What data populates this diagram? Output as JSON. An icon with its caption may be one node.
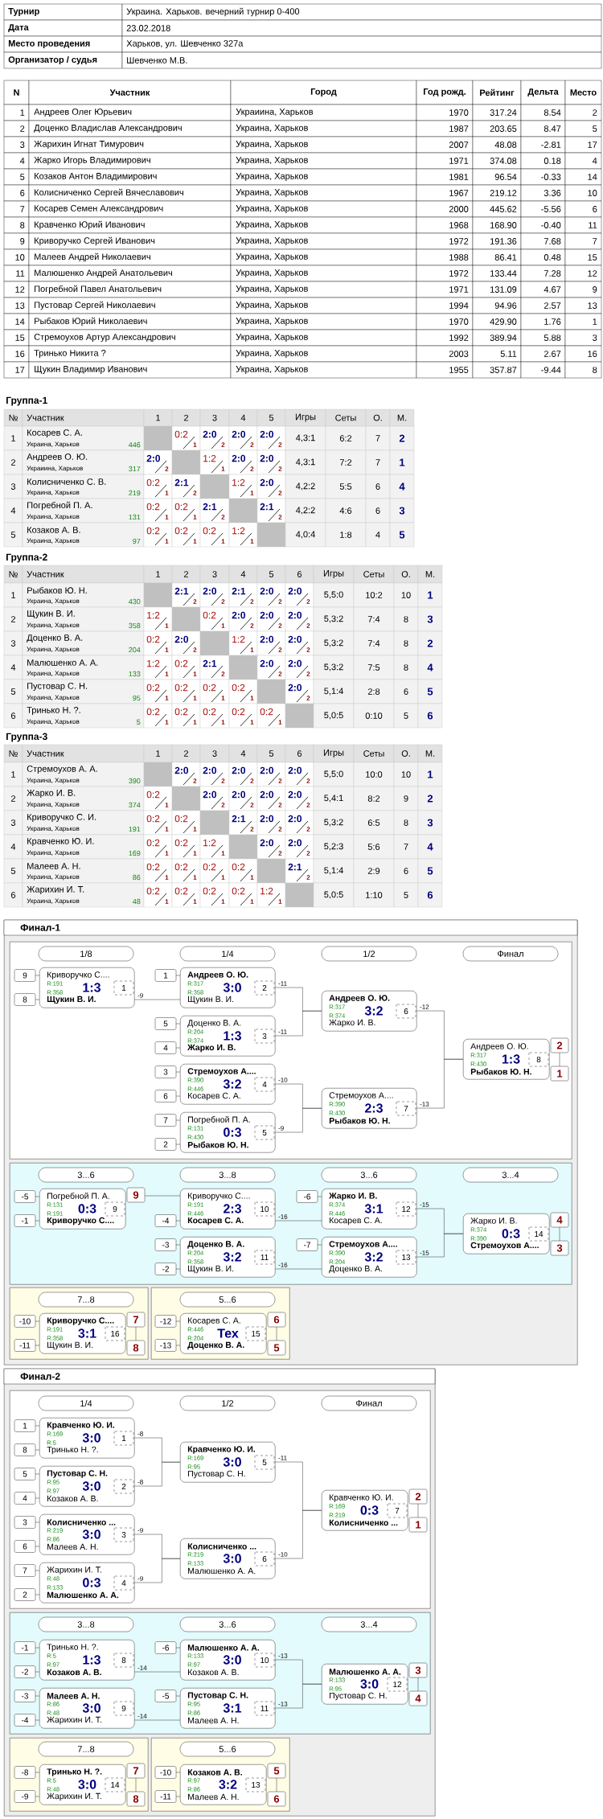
{
  "diagram": {
    "nodes": [
      {
        "text": [
          "Финал-1"
        ]
      },
      {
        "text": [],
        "shape": "box",
        "in": 0
      },
      {
        "text": [
          "1/8"
        ],
        "in": 1
      },
      {
        "text": [
          "1/4"
        ],
        "in": 1
      },
      {
        "text": [
          "1/2"
        ],
        "in": 1
      },
      {
        "text": [
          "Финал"
        ],
        "in": 1
      },
      {
        "text": [
          "Криворучко С....",
          "R:191",
          "1:3",
          "R:358",
          "Щукин В. И.",
          "1"
        ],
        "beside": [
          "9",
          "8"
        ],
        "in": 1
      },
      {
        "text": [
          "Андреев О. Ю.",
          "R:317",
          "3:0",
          "R:358",
          "Щукин В. И.",
          "2"
        ],
        "beside": [
          "1"
        ],
        "in": 1
      },
      {
        "text": [
          "Доценко В. А.",
          "R:204",
          "1:3",
          "R:374",
          "Жарко И. В.",
          "3"
        ],
        "beside": [
          "5",
          "4"
        ],
        "in": 1
      },
      {
        "text": [
          "Стремоухов А....",
          "R:390",
          "3:2",
          "R:446",
          "Косарев С. А.",
          "4"
        ],
        "beside": [
          "3",
          "6"
        ],
        "in": 1
      },
      {
        "text": [
          "Погребной П. А.",
          "R:131",
          "0:3",
          "R:430",
          "Рыбаков Ю. Н.",
          "5"
        ],
        "beside": [
          "7",
          "2"
        ],
        "in": 1
      },
      {
        "text": [
          "Андреев О. Ю.",
          "R:317",
          "3:2",
          "R:374",
          "Жарко И. В.",
          "6"
        ],
        "in": 1
      },
      {
        "text": [
          "Стремоухов А....",
          "R:390",
          "2:3",
          "R:430",
          "Рыбаков Ю. Н.",
          "7"
        ],
        "in": 1
      },
      {
        "text": [
          "Андреев О. Ю.",
          "R:317",
          "1:3",
          "R:430",
          "Рыбаков Ю. Н.",
          "8"
        ],
        "beside": [
          "2",
          "1"
        ],
        "in": 1
      },
      {
        "text": [],
        "shape": "box",
        "in": 0
      },
      {
        "text": [
          "3...6"
        ],
        "in": 14
      },
      {
        "text": [
          "3...8"
        ],
        "in": 14
      },
      {
        "text": [
          "3...6"
        ],
        "in": 14
      },
      {
        "text": [
          "3...4"
        ],
        "in": 14
      },
      {
        "text": [
          "Погребной П. А.",
          "R:131",
          "0:3",
          "R:191",
          "Криворучко С....",
          "9"
        ],
        "beside": [
          "-5",
          "-1",
          "9"
        ],
        "in": 14
      },
      {
        "text": [
          "Криворучко С....",
          "R:191",
          "2:3",
          "R:446",
          "Косарев С. А.",
          "10"
        ],
        "beside": [
          "-4"
        ],
        "in": 14
      },
      {
        "text": [
          "Доценко В. А.",
          "R:204",
          "3:2",
          "R:358",
          "Щукин В. И.",
          "11"
        ],
        "beside": [
          "-3",
          "-2"
        ],
        "in": 14
      },
      {
        "text": [
          "Жарко И. В.",
          "R:374",
          "3:1",
          "R:446",
          "Косарев С. А.",
          "12"
        ],
        "beside": [
          "-6"
        ],
        "in": 14
      },
      {
        "text": [
          "Стремоухов А....",
          "R:390",
          "3:2",
          "R:204",
          "Доценко В. А.",
          "13"
        ],
        "beside": [
          "-7"
        ],
        "in": 14
      },
      {
        "text": [
          "Жарко И. В.",
          "R:374",
          "0:3",
          "R:390",
          "Стремоухов А....",
          "14"
        ],
        "beside": [
          "4",
          "3"
        ],
        "in": 14
      },
      {
        "text": [],
        "shape": "box",
        "in": 0
      },
      {
        "text": [
          "7...8"
        ],
        "in": 25
      },
      {
        "text": [
          "Криворучко С....",
          "R:191",
          "3:1",
          "R:358",
          "Щукин В. И.",
          "16"
        ],
        "beside": [
          "-10",
          "-11",
          "7",
          "8"
        ],
        "in": 25
      },
      {
        "text": [],
        "shape": "box",
        "in": 0
      },
      {
        "text": [
          "5...6"
        ],
        "in": 28
      },
      {
        "text": [
          "Косарев С. А.",
          "R:446",
          "Тех",
          "R:204",
          "Доценко В. А.",
          "15"
        ],
        "beside": [
          "-12",
          "-13",
          "6",
          "5"
        ],
        "in": 28
      },
      {
        "text": [
          "Финал-2"
        ]
      },
      {
        "text": [],
        "shape": "box",
        "in": 31
      },
      {
        "text": [
          "1/4"
        ],
        "in": 32
      },
      {
        "text": [
          "1/2"
        ],
        "in": 32
      },
      {
        "text": [
          "Финал"
        ],
        "in": 32
      },
      {
        "text": [
          "Кравченко Ю. И.",
          "R:169",
          "3:0",
          "R:5",
          "Тринько Н. ?.",
          "1"
        ],
        "beside": [
          "1",
          "8"
        ],
        "in": 32
      },
      {
        "text": [
          "Пустовар С. Н.",
          "R:95",
          "3:0",
          "R:97",
          "Козаков А. В.",
          "2"
        ],
        "beside": [
          "5",
          "4"
        ],
        "in": 32
      },
      {
        "text": [
          "Колисниченко ...",
          "R:219",
          "3:0",
          "R:86",
          "Малеев А. Н.",
          "3"
        ],
        "beside": [
          "3",
          "6"
        ],
        "in": 32
      },
      {
        "text": [
          "Жарихин И. Т.",
          "R:48",
          "0:3",
          "R:133",
          "Малюшенко А. А.",
          "4"
        ],
        "beside": [
          "7",
          "2"
        ],
        "in": 32
      },
      {
        "text": [
          "Кравченко Ю. И.",
          "R:169",
          "3:0",
          "R:95",
          "Пустовар С. Н.",
          "5"
        ],
        "in": 32
      },
      {
        "text": [
          "Колисниченко ...",
          "R:219",
          "3:0",
          "R:133",
          "Малюшенко А. А.",
          "6"
        ],
        "in": 32
      },
      {
        "text": [
          "Кравченко Ю. И.",
          "R:169",
          "0:3",
          "R:219",
          "Колисниченко ...",
          "7"
        ],
        "beside": [
          "2",
          "1"
        ],
        "in": 32
      },
      {
        "text": [],
        "shape": "box",
        "in": 31
      },
      {
        "text": [
          "3...8"
        ],
        "in": 43
      },
      {
        "text": [
          "3...6"
        ],
        "in": 43
      },
      {
        "text": [
          "3...4"
        ],
        "in": 43
      },
      {
        "text": [
          "Тринько Н. ?.",
          "R:5",
          "1:3",
          "R:97",
          "Козаков А. В.",
          "8"
        ],
        "beside": [
          "-1",
          "-2"
        ],
        "in": 43
      },
      {
        "text": [
          "Малеев А. Н.",
          "R:86",
          "3:0",
          "R:48",
          "Жарихин И. Т.",
          "9"
        ],
        "beside": [
          "-3",
          "-4"
        ],
        "in": 43
      },
      {
        "text": [
          "Малюшенко А. А.",
          "R:133",
          "3:0",
          "R:97",
          "Козаков А. В.",
          "10"
        ],
        "beside": [
          "-6"
        ],
        "in": 43
      },
      {
        "text": [
          "Пустовар С. Н.",
          "R:95",
          "3:1",
          "R:86",
          "Малеев А. Н.",
          "11"
        ],
        "beside": [
          "-5"
        ],
        "in": 43
      },
      {
        "text": [
          "Малюшенко А. А.",
          "R:133",
          "3:0",
          "R:95",
          "Пустовар С. Н.",
          "12"
        ],
        "beside": [
          "3",
          "4"
        ],
        "in": 43
      },
      {
        "text": [],
        "shape": "box",
        "in": 31
      },
      {
        "text": [
          "7...8"
        ],
        "in": 52
      },
      {
        "text": [
          "Тринько Н. ?.",
          "R:5",
          "3:0",
          "R:48",
          "Жарихин И. Т.",
          "14"
        ],
        "beside": [
          "-8",
          "-9",
          "7",
          "8"
        ],
        "in": 52
      },
      {
        "text": [],
        "shape": "box",
        "in": 31
      },
      {
        "text": [
          "5...6"
        ],
        "in": 55
      },
      {
        "text": [
          "Козаков А. В.",
          "R:97",
          "3:2",
          "R:86",
          "Малеев А. Н.",
          "13"
        ],
        "beside": [
          "-10",
          "-11",
          "5",
          "6"
        ],
        "in": 55
      }
    ],
    "edges": [
      {
        "from": 6,
        "to": 7,
        "arrow": "none",
        "label": "-9"
      },
      {
        "from": 7,
        "to": 11,
        "arrow": "none",
        "label": "-11"
      },
      {
        "from": 8,
        "to": 11,
        "arrow": "none",
        "label": "-11"
      },
      {
        "from": 9,
        "to": 12,
        "arrow": "none",
        "label": "-10"
      },
      {
        "from": 10,
        "to": 12,
        "arrow": "none",
        "label": "-9"
      },
      {
        "from": 11,
        "to": 13,
        "arrow": "none",
        "label": "-12"
      },
      {
        "from": 12,
        "to": 13,
        "arrow": "none",
        "label": "-13"
      },
      {
        "from": 19,
        "to": 20,
        "arrow": "none"
      },
      {
        "from": 20,
        "to": 22,
        "arrow": "none",
        "label": "-16"
      },
      {
        "from": 21,
        "to": 23,
        "arrow": "none",
        "label": "-16"
      },
      {
        "from": 22,
        "to": 24,
        "arrow": "none",
        "label": "-15"
      },
      {
        "from": 23,
        "to": 24,
        "arrow": "none",
        "label": "-15"
      },
      {
        "from": 36,
        "to": 40,
        "arrow": "none",
        "label": "-8"
      },
      {
        "from": 37,
        "to": 40,
        "arrow": "none",
        "label": "-8"
      },
      {
        "from": 38,
        "to": 41,
        "arrow": "none",
        "label": "-9"
      },
      {
        "from": 39,
        "to": 41,
        "arrow": "none",
        "label": "-9"
      },
      {
        "from": 40,
        "to": 42,
        "arrow": "none",
        "label": "-11"
      },
      {
        "from": 41,
        "to": 42,
        "arrow": "none",
        "label": "-10"
      },
      {
        "from": 47,
        "to": 49,
        "arrow": "none",
        "label": "-14"
      },
      {
        "from": 48,
        "to": 50,
        "arrow": "none",
        "label": "-14"
      },
      {
        "from": 49,
        "to": 51,
        "arrow": "none",
        "label": "-13"
      },
      {
        "from": 50,
        "to": 51,
        "arrow": "none",
        "label": "-13"
      }
    ],
    "labels": [
      "Турнир",
      "Украина. Харьков. вечерний турнир 0-400",
      "Дата",
      "23.02.2018",
      "Место проведения",
      "Харьков, ул. Шевченко 327а",
      "Организатор / судья",
      "Шевченко М.В.",
      "N",
      "Участник",
      "Город",
      "Год рожд.",
      "Рейтинг",
      "Дельта",
      "Место",
      "1",
      "Андреев Олег Юрьевич",
      "Украиина, Харьков",
      "1970",
      "317.24",
      "8.54",
      "2",
      "2",
      "Доценко Владислав Александрович",
      "Украина, Харьков",
      "1987",
      "203.65",
      "8.47",
      "5",
      "3",
      "Жарихин Игнат Тимурович",
      "Украина, Харьков",
      "2007",
      "48.08",
      "-2.81",
      "17",
      "4",
      "Жарко Игорь Владимирович",
      "Украина, Харьков",
      "1971",
      "374.08",
      "0.18",
      "4",
      "5",
      "Козаков Антон Владимирович",
      "Украина, Харьков",
      "1981",
      "96.54",
      "-0.33",
      "14",
      "6",
      "Колисниченко Сергей Вячеславович",
      "Украина, Харьков",
      "1967",
      "219.12",
      "3.36",
      "10",
      "7",
      "Косарев Семен Александрович",
      "Украина, Харьков",
      "2000",
      "445.62",
      "-5.56",
      "6",
      "8",
      "Кравченко Юрий Иванович",
      "Украина, Харьков",
      "1968",
      "168.90",
      "-0.40",
      "11",
      "9",
      "Криворучко Сергей Иванович",
      "Украина, Харьков",
      "1972",
      "191.36",
      "7.68",
      "7",
      "10",
      "Малеев Андрей Николаевич",
      "Украина, Харьков",
      "1988",
      "86.41",
      "0.48",
      "15",
      "11",
      "Малюшенко Андрей Анатольевич",
      "Украина, Харьков",
      "1972",
      "133.44",
      "7.28",
      "12",
      "12",
      "Погребной Павел Анатольевич",
      "Украина, Харьков",
      "1971",
      "131.09",
      "4.67",
      "9",
      "13",
      "Пустовар Сергей Николаевич",
      "Украина, Харьков",
      "1994",
      "94.96",
      "2.57",
      "13",
      "14",
      "Рыбаков Юрий Николаевич",
      "Украина, Харьков",
      "1970",
      "429.90",
      "1.76",
      "1",
      "15",
      "Стремоухов Артур Александрович",
      "Украина, Харьков",
      "1992",
      "389.94",
      "5.88",
      "3",
      "16",
      "Тринько Никита ?",
      "Украина, Харьков",
      "2003",
      "5.11",
      "2.67",
      "16",
      "17",
      "Щукин Владимир Иванович",
      "Украина, Харьков",
      "1955",
      "357.87",
      "-9.44",
      "8",
      "Группа-1",
      "№",
      "Участник",
      "1",
      "2",
      "3",
      "4",
      "5",
      "Игры",
      "Сеты",
      "О.",
      "М.",
      "1",
      "Косарев С. А.",
      "Украина, Харьков",
      "446",
      "0:2",
      "1",
      "2:0",
      "2",
      "2:0",
      "2",
      "2:0",
      "2",
      "4,3:1",
      "6:2",
      "7",
      "2",
      "2",
      "Андреев О. Ю.",
      "Украиина, Харьков",
      "317",
      "2:0",
      "2",
      "1:2",
      "1",
      "2:0",
      "2",
      "2:0",
      "2",
      "4,3:1",
      "7:2",
      "7",
      "1",
      "3",
      "Колисниченко С. В.",
      "Украина, Харьков",
      "219",
      "0:2",
      "1",
      "2:1",
      "2",
      "1:2",
      "1",
      "2:0",
      "2",
      "4,2:2",
      "5:5",
      "6",
      "4",
      "4",
      "Погребной П. А.",
      "Украина, Харьков",
      "131",
      "0:2",
      "1",
      "0:2",
      "1",
      "2:1",
      "2",
      "2:1",
      "2",
      "4,2:2",
      "4:6",
      "6",
      "3",
      "5",
      "Козаков А. В.",
      "Украина, Харьков",
      "97",
      "0:2",
      "1",
      "0:2",
      "1",
      "0:2",
      "1",
      "1:2",
      "1",
      "4,0:4",
      "1:8",
      "4",
      "5",
      "Группа-2",
      "№",
      "Участник",
      "1",
      "2",
      "3",
      "4",
      "5",
      "6",
      "Игры",
      "Сеты",
      "О.",
      "М.",
      "1",
      "Рыбаков Ю. Н.",
      "Украина, Харьков",
      "430",
      "2:1",
      "2",
      "2:0",
      "2",
      "2:1",
      "2",
      "2:0",
      "2",
      "2:0",
      "2",
      "5,5:0",
      "10:2",
      "10",
      "1",
      "2",
      "Щукин В. И.",
      "Украина, Харьков",
      "358",
      "1:2",
      "1",
      "0:2",
      "1",
      "2:0",
      "2",
      "2:0",
      "2",
      "2:0",
      "2",
      "5,3:2",
      "7:4",
      "8",
      "3",
      "3",
      "Доценко В. А.",
      "Украина, Харьков",
      "204",
      "0:2",
      "1",
      "2:0",
      "2",
      "1:2",
      "1",
      "2:0",
      "2",
      "2:0",
      "2",
      "5,3:2",
      "7:4",
      "8",
      "2",
      "4",
      "Малюшенко А. А.",
      "Украина, Харьков",
      "133",
      "1:2",
      "1",
      "0:2",
      "1",
      "2:1",
      "2",
      "2:0",
      "2",
      "2:0",
      "2",
      "5,3:2",
      "7:5",
      "8",
      "4",
      "5",
      "Пустовар С. Н.",
      "Украина, Харьков",
      "95",
      "0:2",
      "1",
      "0:2",
      "1",
      "0:2",
      "1",
      "0:2",
      "1",
      "2:0",
      "2",
      "5,1:4",
      "2:8",
      "6",
      "5",
      "6",
      "Тринько Н. ?.",
      "Украина, Харьков",
      "5",
      "0:2",
      "1",
      "0:2",
      "1",
      "0:2",
      "1",
      "0:2",
      "1",
      "0:2",
      "1",
      "5,0:5",
      "0:10",
      "5",
      "6",
      "Группа-3",
      "№",
      "Участник",
      "1",
      "2",
      "3",
      "4",
      "5",
      "6",
      "Игры",
      "Сеты",
      "О.",
      "М.",
      "1",
      "Стремоухов А. А.",
      "Украина, Харьков",
      "390",
      "2:0",
      "2",
      "2:0",
      "2",
      "2:0",
      "2",
      "2:0",
      "2",
      "2:0",
      "2",
      "5,5:0",
      "10:0",
      "10",
      "1",
      "2",
      "Жарко И. В.",
      "Украина, Харьков",
      "374",
      "0:2",
      "1",
      "2:0",
      "2",
      "2:0",
      "2",
      "2:0",
      "2",
      "2:0",
      "2",
      "5,4:1",
      "8:2",
      "9",
      "2",
      "3",
      "Криворучко С. И.",
      "Украина, Харьков",
      "191",
      "0:2",
      "1",
      "0:2",
      "1",
      "2:1",
      "2",
      "2:0",
      "2",
      "2:0",
      "2",
      "5,3:2",
      "6:5",
      "8",
      "3",
      "4",
      "Кравченко Ю. И.",
      "Украина, Харьков",
      "169",
      "0:2",
      "1",
      "0:2",
      "1",
      "1:2",
      "1",
      "2:0",
      "2",
      "2:0",
      "2",
      "5,2:3",
      "5:6",
      "7",
      "4",
      "5",
      "Малеев А. Н.",
      "Украина, Харьков",
      "86",
      "0:2",
      "1",
      "0:2",
      "1",
      "0:2",
      "1",
      "0:2",
      "1",
      "2:1",
      "2",
      "5,1:4",
      "2:9",
      "6",
      "5",
      "6",
      "Жарихин И. Т.",
      "Украина, Харьков",
      "48",
      "0:2",
      "1",
      "0:2",
      "1",
      "0:2",
      "1",
      "0:2",
      "1",
      "1:2",
      "1",
      "5,0:5",
      "1:10",
      "5",
      "6"
    ]
  }
}
